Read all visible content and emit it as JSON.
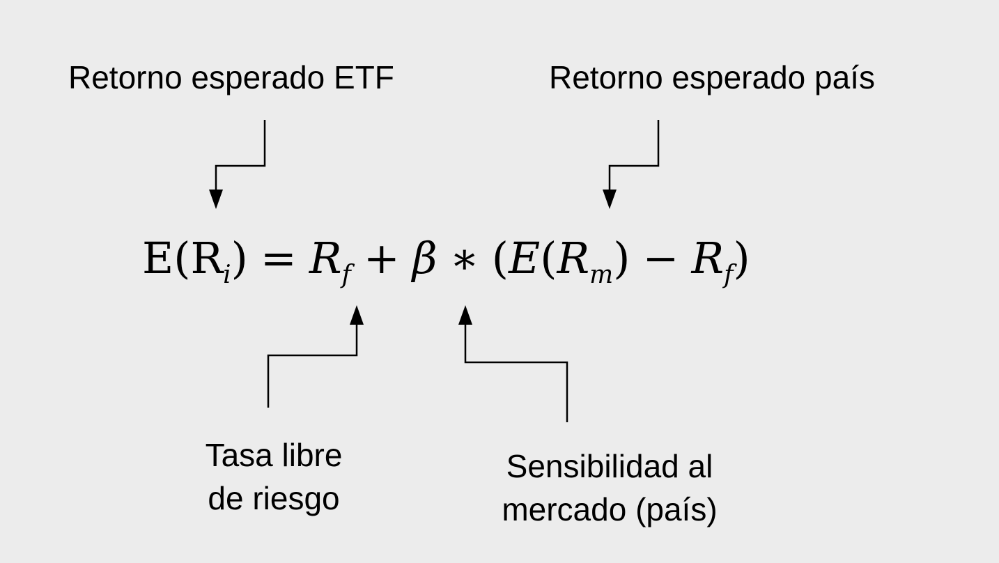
{
  "labels": {
    "etf": "Retorno esperado ETF",
    "pais": "Retorno esperado país",
    "rf_line1": "Tasa libre",
    "rf_line2": "de riesgo",
    "beta_line1": "Sensibilidad al",
    "beta_line2": "mercado (país)"
  },
  "formula": {
    "expected_fn": "E",
    "return_var": "R",
    "asset_sub": "i",
    "equals": "=",
    "riskfree_var": "R",
    "riskfree_sub": "f",
    "plus": "+",
    "beta": "β",
    "times": "∗",
    "market_expected_fn": "E",
    "market_var": "R",
    "market_sub": "m",
    "minus": "−",
    "riskfree2_var": "R",
    "riskfree2_sub": "f",
    "open_paren": "(",
    "close_paren": ")"
  }
}
